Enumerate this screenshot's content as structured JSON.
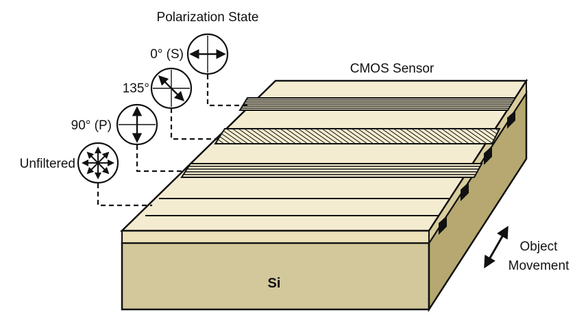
{
  "title": "Polarization State",
  "sensor_label": "CMOS Sensor",
  "substrate_label": "Si",
  "movement_label_line1": "Object",
  "movement_label_line2": "Movement",
  "states": [
    {
      "label": "0° (S)",
      "icon": "horizontal-polarizer-icon"
    },
    {
      "label": "135°",
      "icon": "diagonal-135-polarizer-icon"
    },
    {
      "label": "90° (P)",
      "icon": "vertical-polarizer-icon"
    },
    {
      "label": "Unfiltered",
      "icon": "unpolarized-icon"
    }
  ],
  "colors": {
    "sensor_top": "#f4ecd0",
    "substrate_front": "#d3c79c",
    "substrate_side": "#b6a870",
    "filter_layer": "#ece1b9",
    "outline": "#111111"
  }
}
